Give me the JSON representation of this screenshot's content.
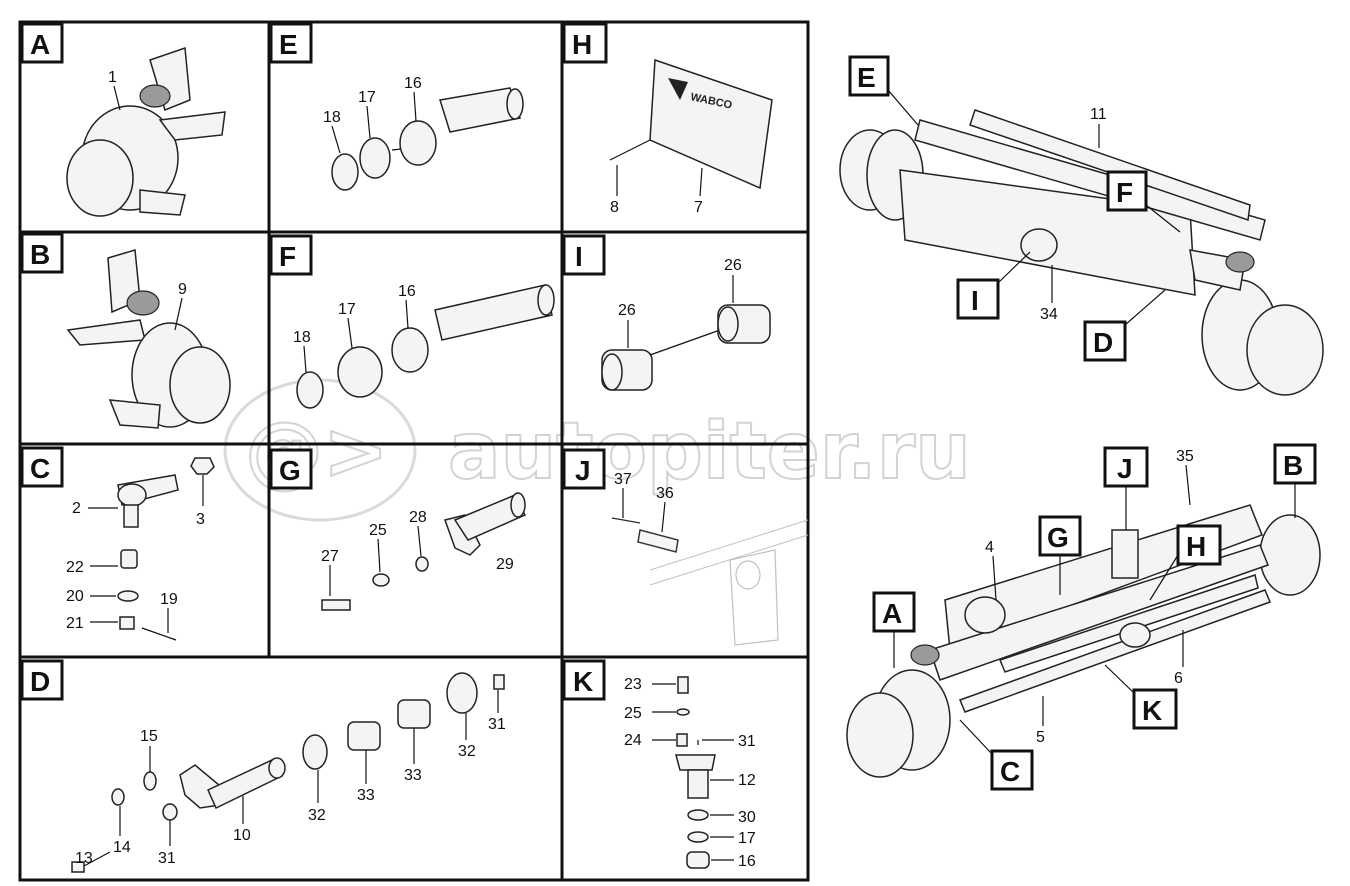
{
  "watermark": "autopiter.ru",
  "watermark_logo": "@>",
  "panels": {
    "A": {
      "letter": "A",
      "parts": [
        "1"
      ]
    },
    "B": {
      "letter": "B",
      "parts": [
        "9"
      ]
    },
    "C": {
      "letter": "C",
      "parts": [
        "2",
        "3",
        "22",
        "20",
        "21",
        "19"
      ]
    },
    "D": {
      "letter": "D",
      "parts": [
        "15",
        "14",
        "13",
        "31",
        "10",
        "32",
        "33",
        "33",
        "32",
        "31"
      ]
    },
    "E": {
      "letter": "E",
      "parts": [
        "18",
        "17",
        "16"
      ]
    },
    "F": {
      "letter": "F",
      "parts": [
        "18",
        "17",
        "16"
      ]
    },
    "G": {
      "letter": "G",
      "parts": [
        "27",
        "25",
        "28",
        "29"
      ]
    },
    "H": {
      "letter": "H",
      "parts": [
        "8",
        "7"
      ],
      "plate_text": "WABCO"
    },
    "I": {
      "letter": "I",
      "parts": [
        "26",
        "26"
      ]
    },
    "J": {
      "letter": "J",
      "parts": [
        "37",
        "36"
      ]
    },
    "K": {
      "letter": "K",
      "parts": [
        "23",
        "25",
        "24",
        "31",
        "12",
        "30",
        "17",
        "16"
      ]
    }
  },
  "assembly_top": {
    "parts": [
      "11",
      "34"
    ],
    "callouts": [
      "E",
      "F",
      "I",
      "D"
    ]
  },
  "assembly_bottom": {
    "parts": [
      "35",
      "4",
      "6",
      "5"
    ],
    "callouts": [
      "J",
      "B",
      "G",
      "H",
      "A",
      "K",
      "C"
    ]
  }
}
